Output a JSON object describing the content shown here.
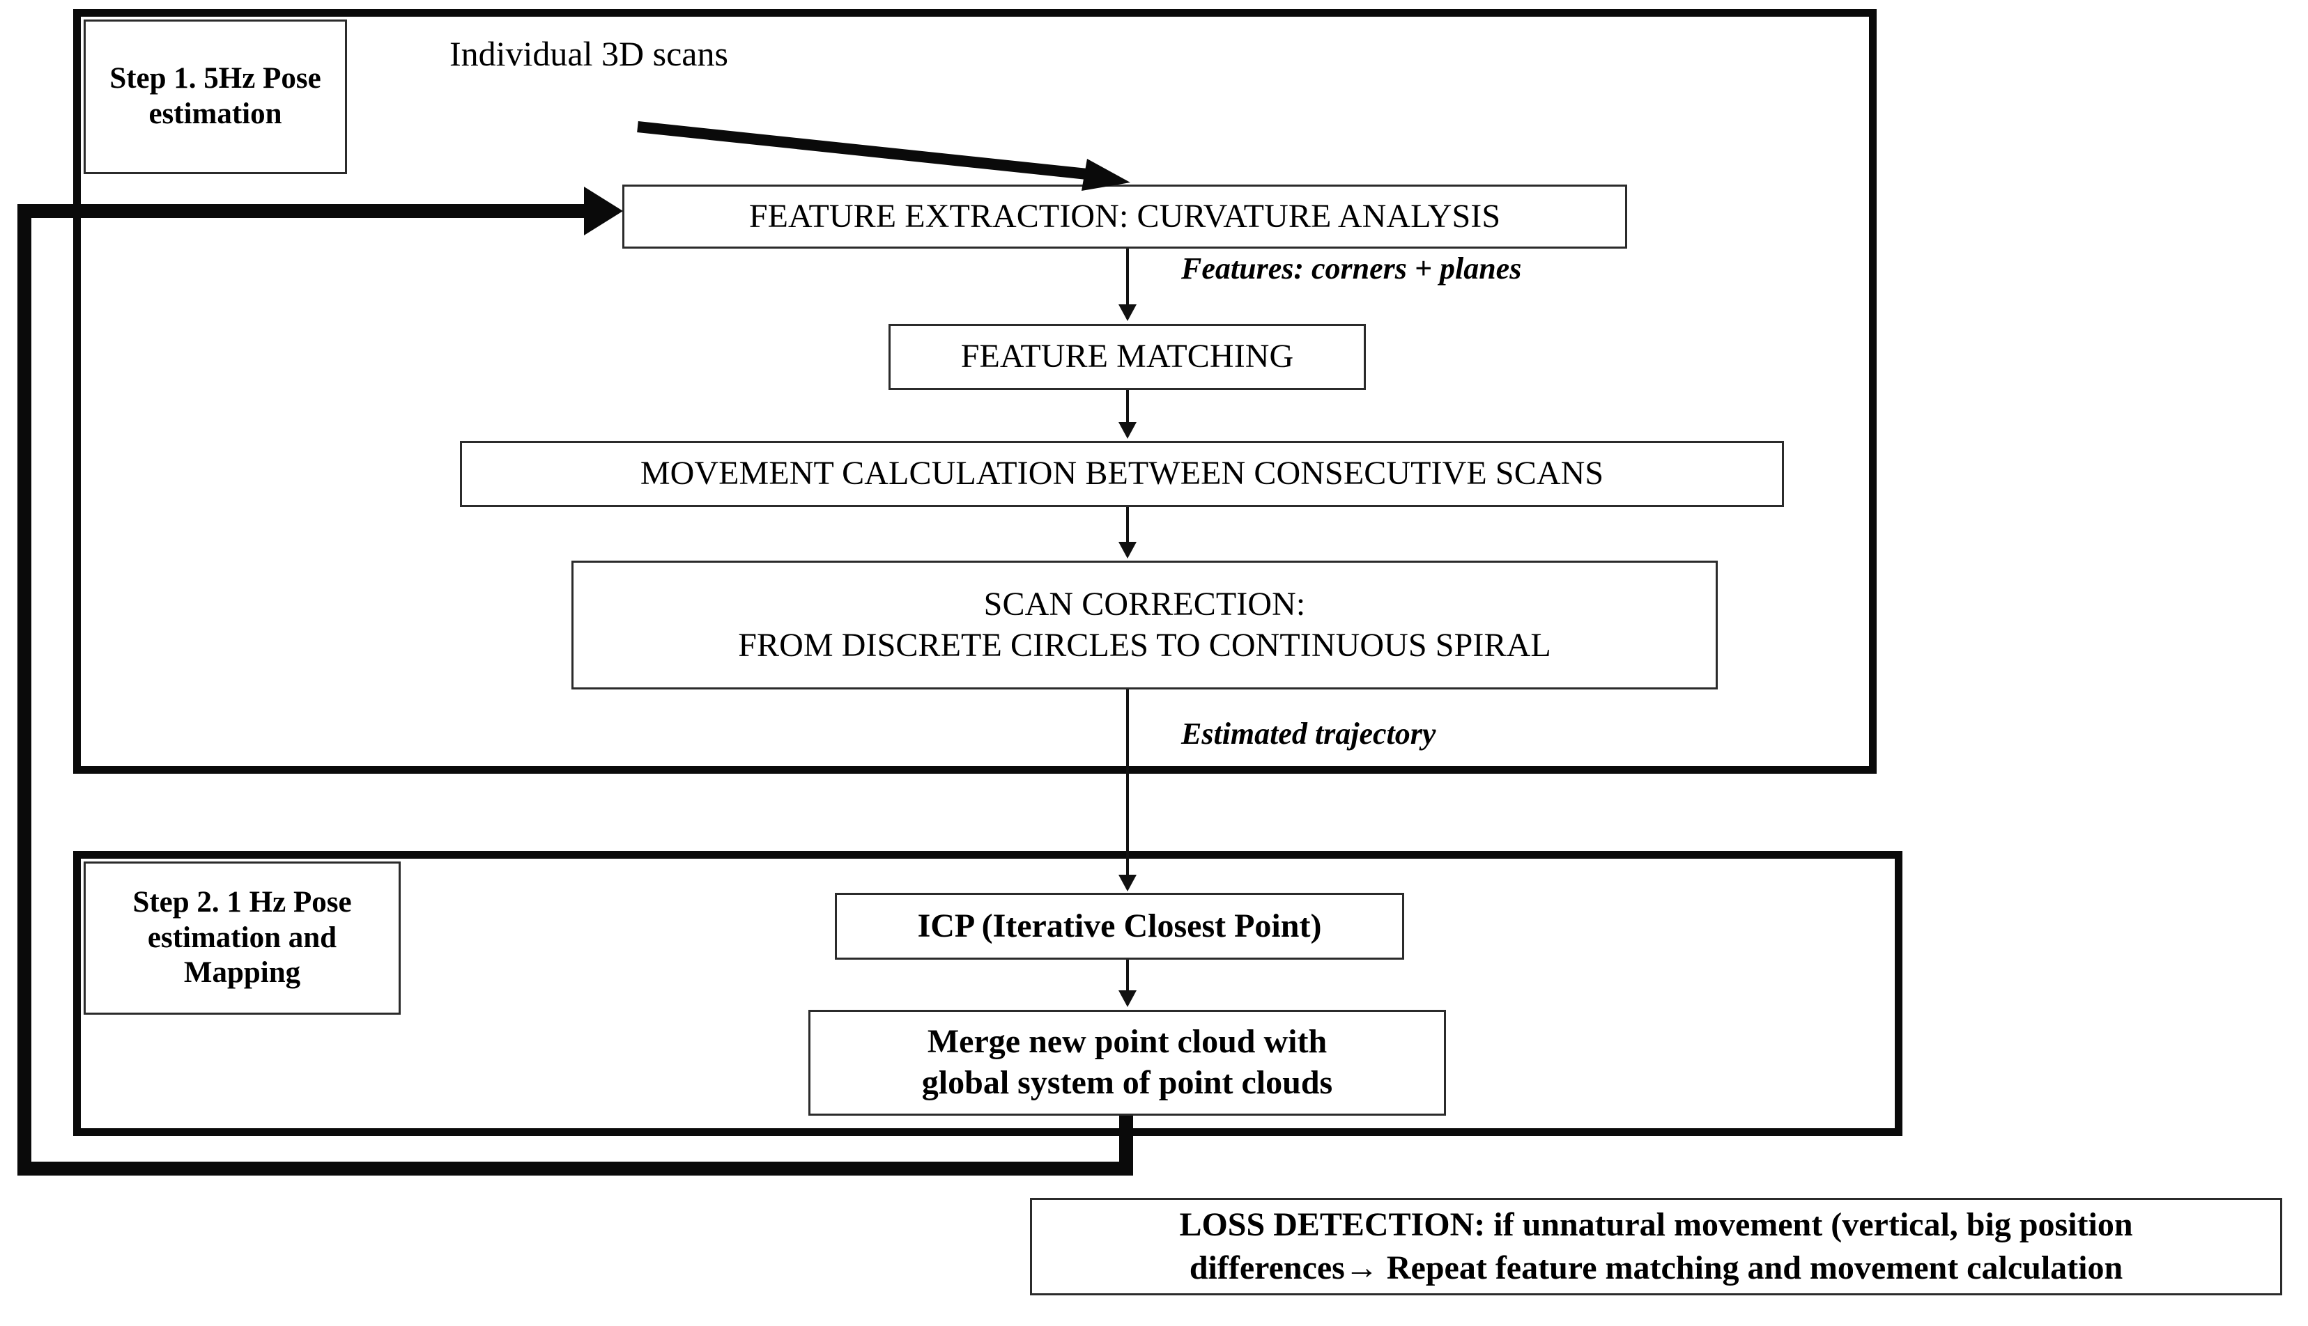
{
  "diagram": {
    "title": "Two-step LiDAR SLAM pipeline flowchart",
    "steps": [
      {
        "id": "step1",
        "label": "Step 1. 5Hz Pose estimation"
      },
      {
        "id": "step2",
        "label": "Step 2. 1 Hz Pose estimation and Mapping"
      }
    ],
    "input_label": "Individual 3D scans",
    "boxes": {
      "feature_extraction": "FEATURE EXTRACTION: CURVATURE  ANALYSIS",
      "feature_matching": "FEATURE MATCHING",
      "movement_calculation": "MOVEMENT CALCULATION  BETWEEN CONSECUTIVE SCANS",
      "scan_correction_line1": "SCAN CORRECTION:",
      "scan_correction_line2": "FROM DISCRETE CIRCLES TO CONTINUOUS SPIRAL",
      "icp": "ICP (Iterative Closest Point)",
      "merge_line1": "Merge new point cloud with",
      "merge_line2": "global system of point clouds",
      "loss_detection_line1": "LOSS DETECTION: if unnatural movement (vertical, big position",
      "loss_detection_line2": "differences→ Repeat feature matching and movement calculation"
    },
    "edge_labels": {
      "features": "Features: corners + planes",
      "estimated_trajectory": "Estimated  trajectory"
    },
    "colors": {
      "ink": "#0a0a0a",
      "box_border": "#2b2b2b",
      "background": "#ffffff"
    }
  }
}
